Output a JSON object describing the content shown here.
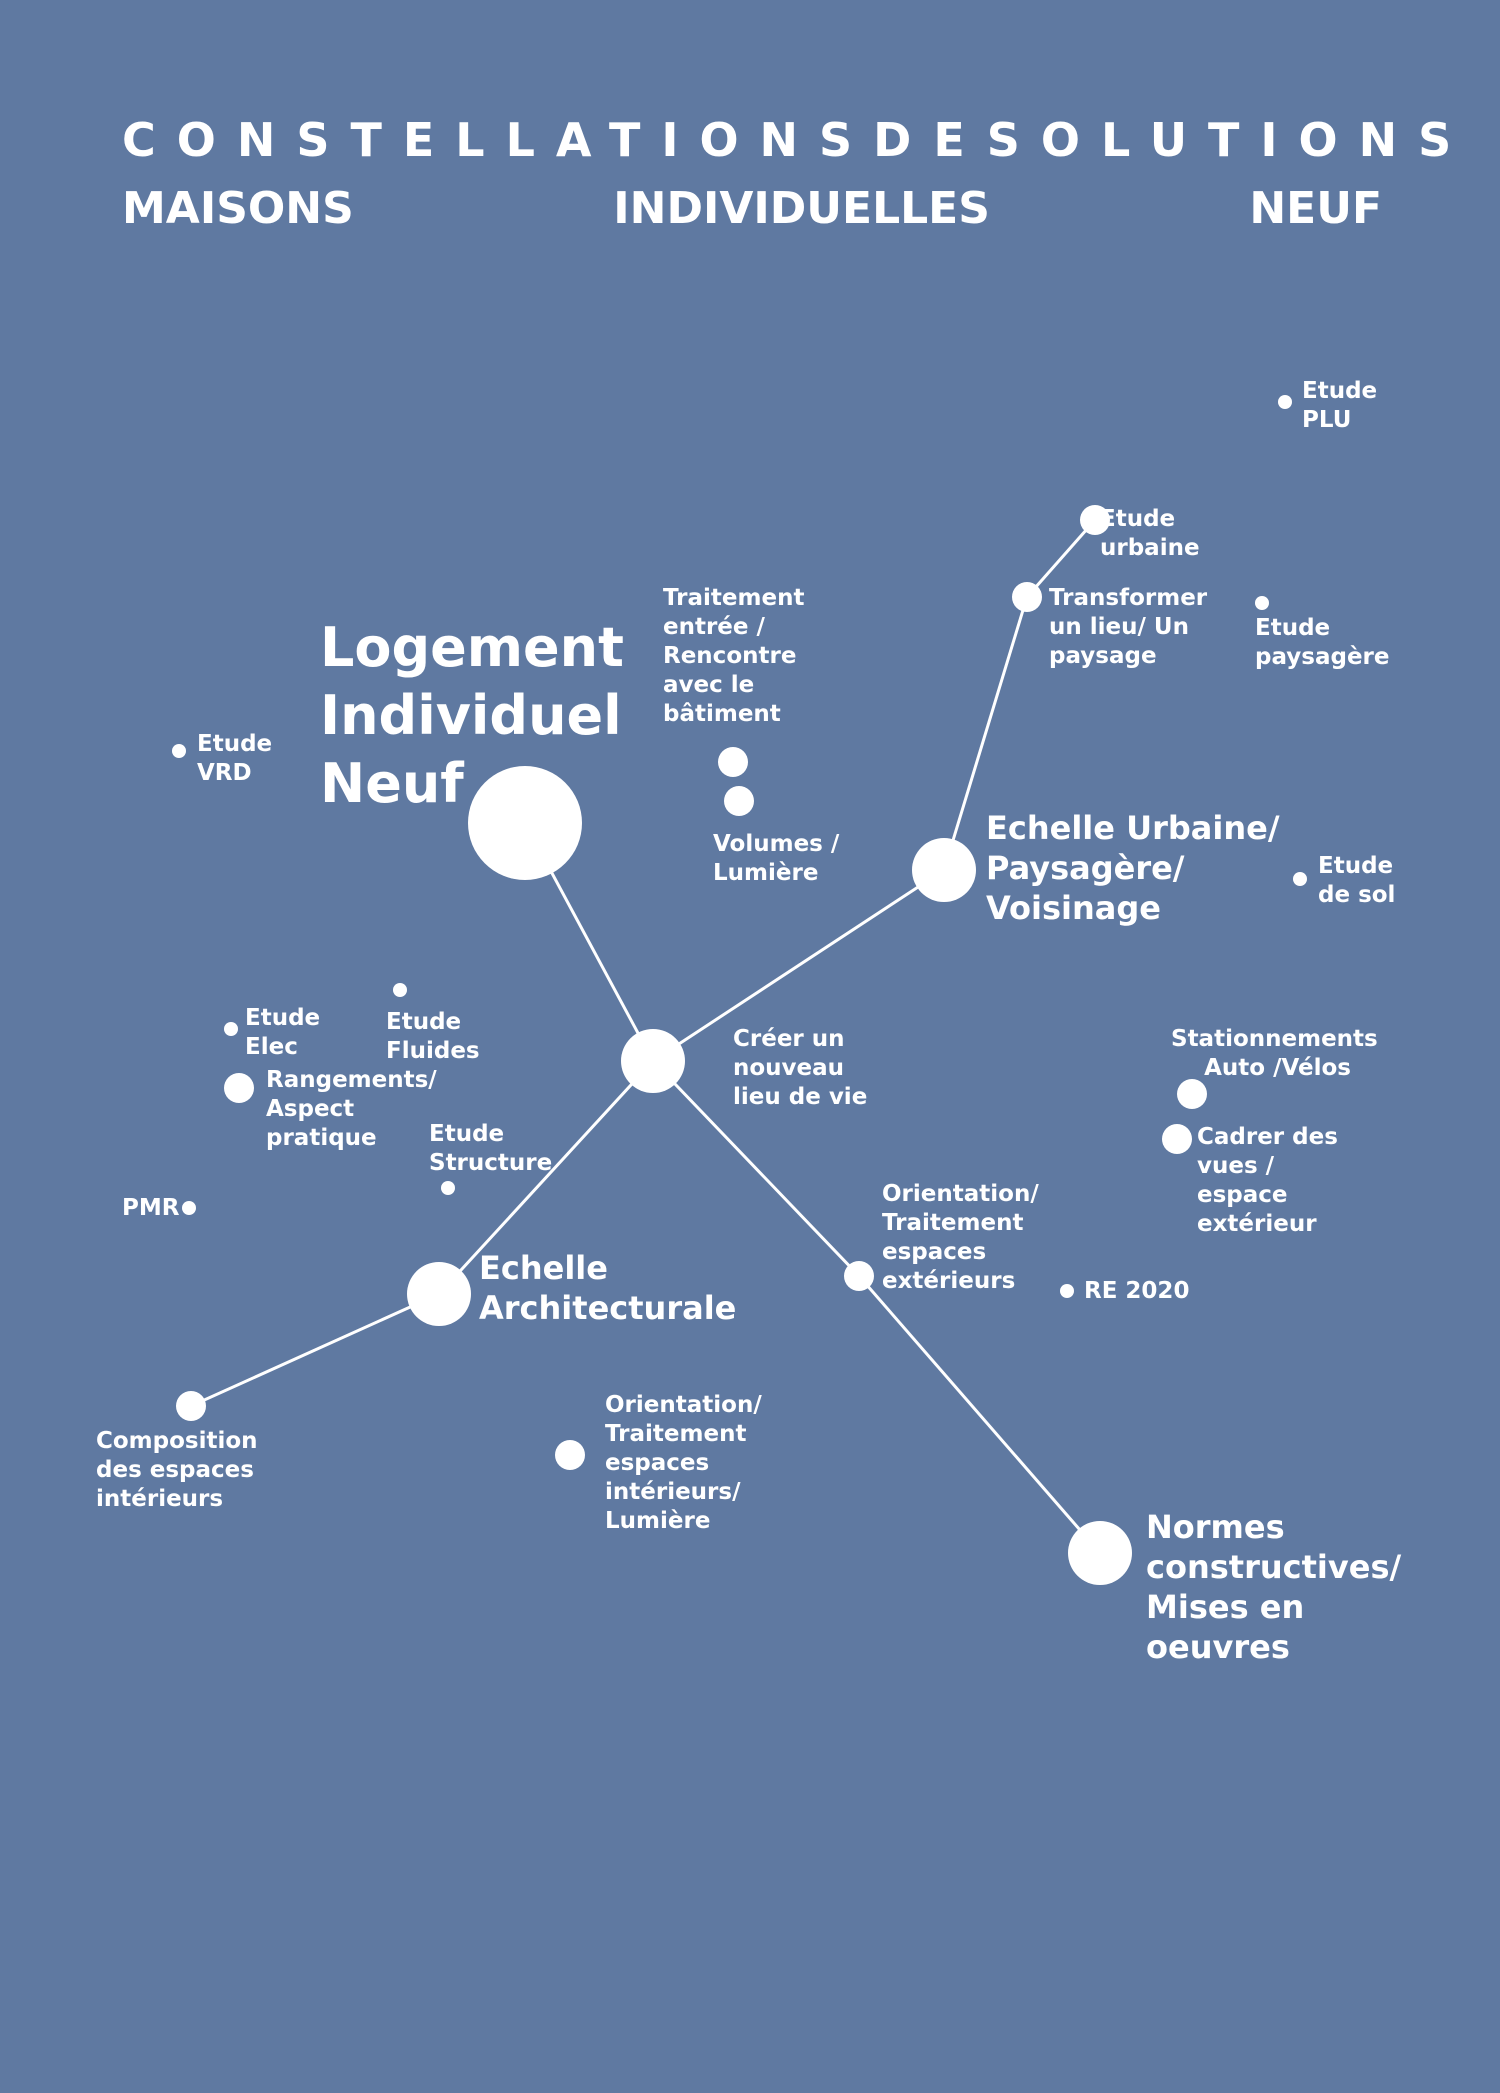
{
  "header": {
    "title_words": [
      "CONSTELLATIONS",
      "DE",
      "SOLUTIONS"
    ],
    "subtitle_words": [
      "MAISONS",
      "INDIVIDUELLES",
      "NEUF"
    ]
  },
  "colors": {
    "background": "#5f79a1",
    "foreground": "#ffffff"
  },
  "nodes": {
    "logement": {
      "text": "Logement\nIndividuel\nNeuf"
    },
    "creer": {
      "text": "Créer un\nnouveau\nlieu de vie"
    },
    "echelle_urbaine": {
      "text": "Echelle Urbaine/\nPaysagère/\nVoisinage"
    },
    "echelle_archi": {
      "text": "Echelle\nArchitecturale"
    },
    "normes": {
      "text": "Normes\nconstructives/\nMises en\noeuvres"
    },
    "transformer": {
      "text": "Transformer\nun lieu/ Un\npaysage"
    },
    "etude_urbaine": {
      "text": "Etude\nurbaine"
    },
    "etude_plu": {
      "text": "Etude\nPLU"
    },
    "etude_paysagere": {
      "text": "Etude\npaysagère"
    },
    "etude_sol": {
      "text": "Etude\nde sol"
    },
    "traitement_entree": {
      "text": "Traitement\nentrée /\nRencontre\navec le\nbâtiment"
    },
    "volumes": {
      "text": "Volumes /\nLumière"
    },
    "etude_vrd": {
      "text": "Etude\nVRD"
    },
    "etude_elec": {
      "text": "Etude\nElec"
    },
    "etude_fluides": {
      "text": "Etude\nFluides"
    },
    "rangements": {
      "text": "Rangements/\nAspect\npratique"
    },
    "etude_structure": {
      "text": "Etude\nStructure"
    },
    "pmr": {
      "text": "PMR"
    },
    "stationnements": {
      "text": "Stationnements\nAuto /Vélos"
    },
    "cadrer": {
      "text": "Cadrer des\nvues /\nespace\nextérieur"
    },
    "orientation_ext": {
      "text": "Orientation/\nTraitement\nespaces\nextérieurs"
    },
    "re2020": {
      "text": "RE 2020"
    },
    "composition": {
      "text": "Composition\ndes espaces\nintérieurs"
    },
    "orientation_int": {
      "text": "Orientation/\nTraitement\nespaces\nintérieurs/\nLumière"
    }
  }
}
